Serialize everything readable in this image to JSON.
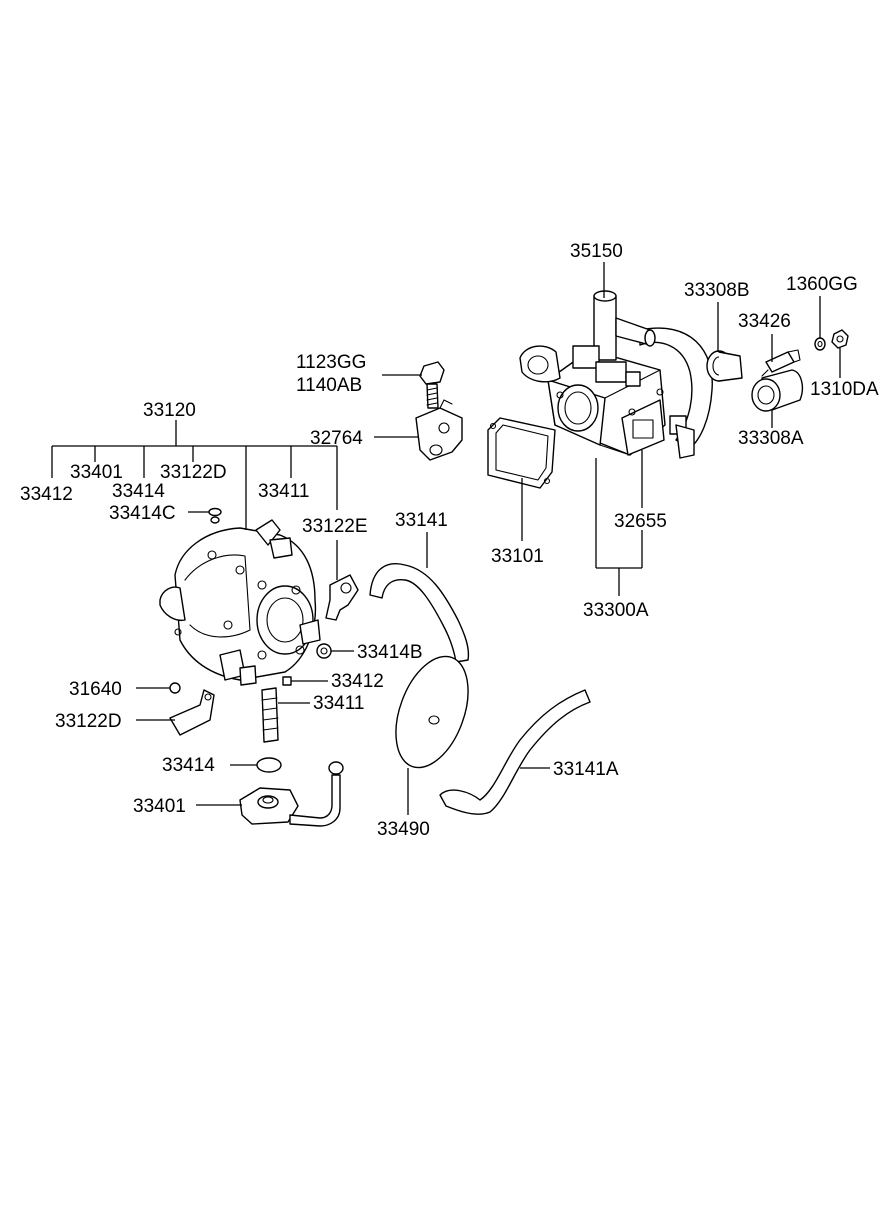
{
  "labels": {
    "p35150": "35150",
    "p33308B": "33308B",
    "p1360GG": "1360GG",
    "p33426": "33426",
    "p1310DA": "1310DA",
    "p33308A": "33308A",
    "p1123GG": "1123GG",
    "p1140AB": "1140AB",
    "p32764": "32764",
    "p33120": "33120",
    "p33401_top": "33401",
    "p33122D_top": "33122D",
    "p33412_top": "33412",
    "p33414_top": "33414",
    "p33411_top": "33411",
    "p33414C": "33414C",
    "p33122E": "33122E",
    "p33141": "33141",
    "p33101": "33101",
    "p32655": "32655",
    "p33300A": "33300A",
    "p33414B": "33414B",
    "p33412_mid": "33412",
    "p31640": "31640",
    "p33411_mid": "33411",
    "p33122D_mid": "33122D",
    "p33414_low": "33414",
    "p33141A": "33141A",
    "p33401_low": "33401",
    "p33490": "33490"
  }
}
